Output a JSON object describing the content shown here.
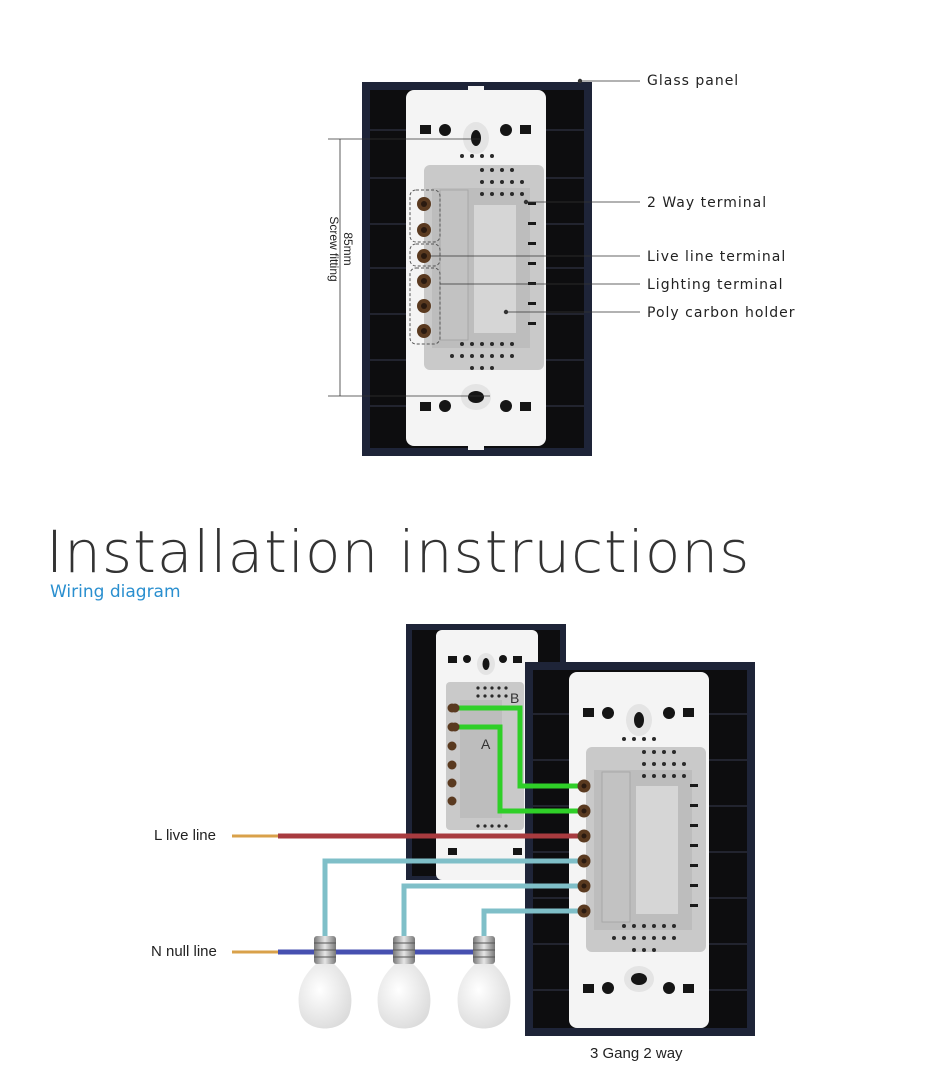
{
  "top_diagram": {
    "callouts": {
      "glass_panel": "Glass panel",
      "two_way_terminal": "2 Way terminal",
      "live_line_terminal": "Live line terminal",
      "lighting_terminal": "Lighting terminal",
      "poly_carbon_holder": "Poly carbon holder"
    },
    "dimension": {
      "value": "85mm",
      "label": "Screw fitting"
    }
  },
  "section": {
    "title": "Installation instructions",
    "subtitle": "Wiring diagram"
  },
  "wiring_diagram": {
    "live_line_label": "L live line",
    "null_line_label": "N null line",
    "terminal_a": "A",
    "terminal_b": "B",
    "caption": "3 Gang 2 way",
    "colors": {
      "live": "#a83b3f",
      "null": "#4750b0",
      "two_way": "#2fcf28",
      "lamp": "#7fbfc8",
      "panel": "#1e2438",
      "body": "#f2f2f2"
    }
  }
}
